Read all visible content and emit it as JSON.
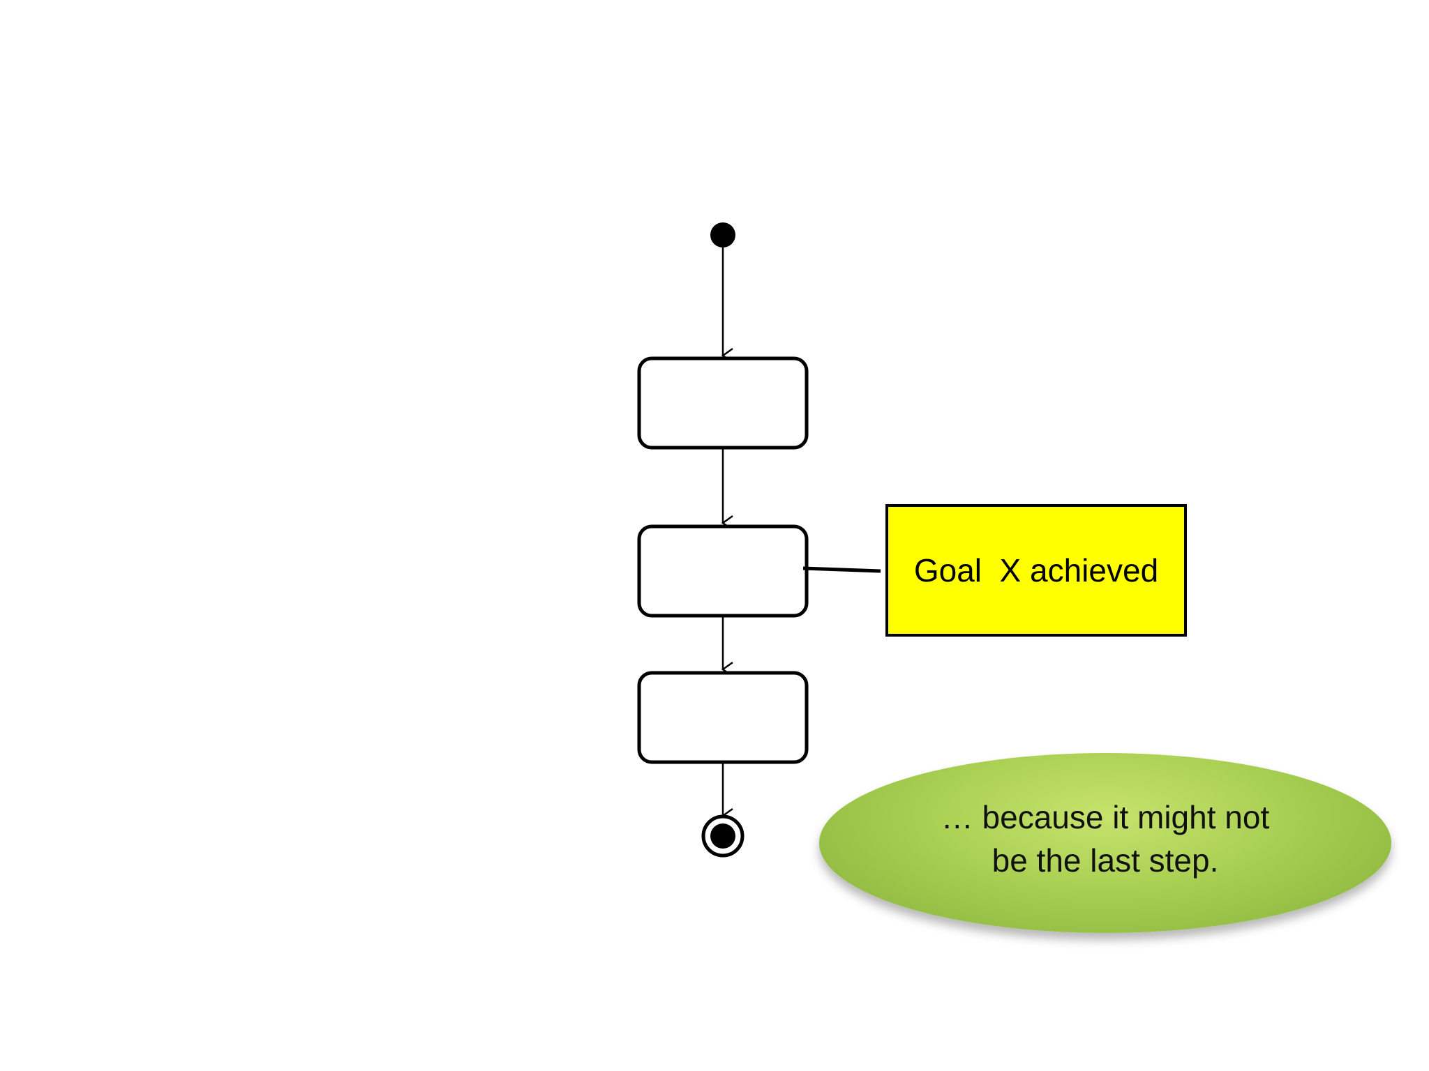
{
  "diagram": {
    "type": "activity",
    "states": 3,
    "note": {
      "label": "Goal  X achieved",
      "fill": "#ffff00"
    }
  },
  "callout": {
    "line1": "… because it might not",
    "line2": "be the last step.",
    "fill": "#a8cf52"
  }
}
